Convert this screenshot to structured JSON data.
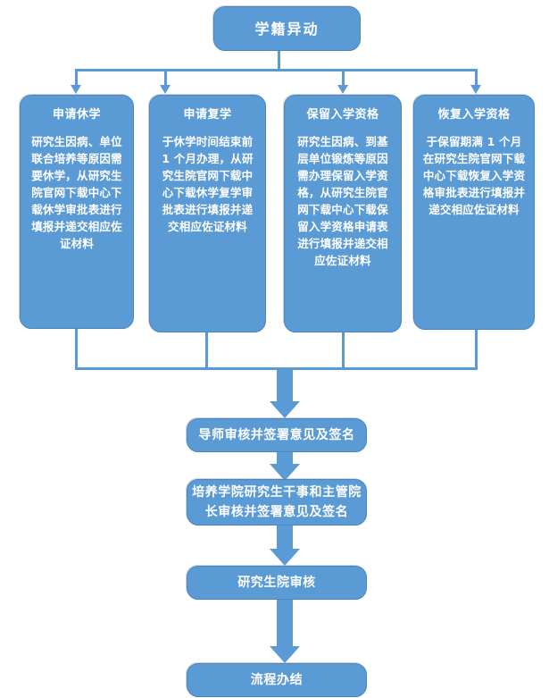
{
  "diagram": {
    "title": "学籍异动",
    "root": {
      "label": "学籍异动"
    },
    "branches": [
      {
        "title": "申请休学",
        "body": "研究生因病、单位联合培养等原因需要休学，从研究生院官网下载中心下载休学审批表进行填报并递交相应佐证材料"
      },
      {
        "title": "申请复学",
        "body": "于休学时间结束前 1 个月办理，从研究生院官网下载中心下载休学复学审批表进行填报并递交相应佐证材料"
      },
      {
        "title": "保留入学资格",
        "body": "研究生因病、到基层单位锻炼等原因需办理保留入学资格，从研究生院官网下载中心下载保留入学资格申请表进行填报并递交相应佐证材料"
      },
      {
        "title": "恢复入学资格",
        "body": "于保留期满 1 个月在研究生院官网下载中心下载恢复入学资格审批表进行填报并递交相应佐证材料"
      }
    ],
    "sequence": [
      {
        "label": "导师审核并签署意见及签名"
      },
      {
        "label": "培养学院研究生干事和主管院长审核并签署意见及签名"
      },
      {
        "label": "研究生院审核"
      },
      {
        "label": "流程办结"
      }
    ],
    "colors": {
      "node_fill": "#5B9BD5",
      "node_border": "#4A86BE",
      "connector": "#5B9BD5",
      "text": "#FFFFFF",
      "background": "#FFFFFF"
    }
  }
}
